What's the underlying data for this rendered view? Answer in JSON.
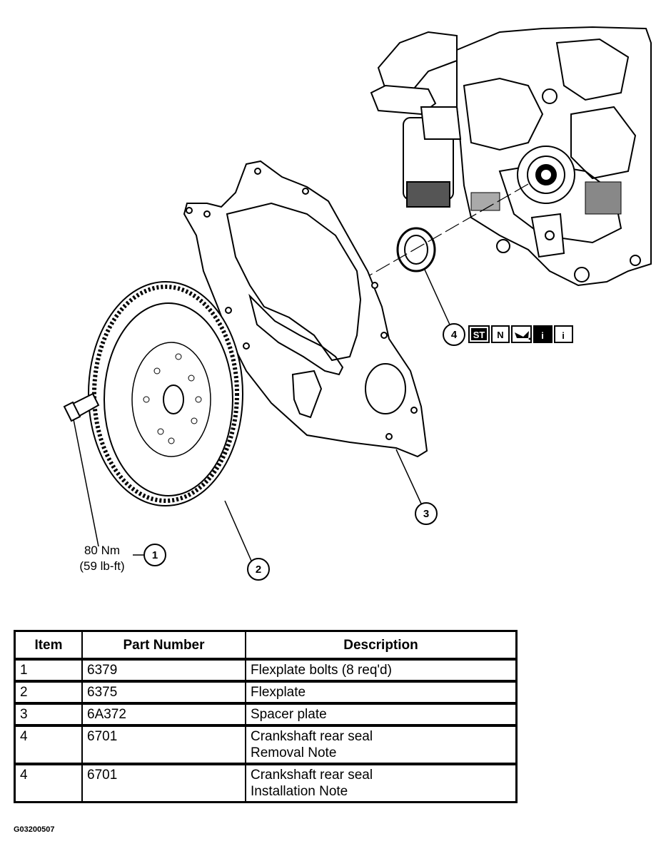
{
  "callouts": {
    "c1": "1",
    "c2": "2",
    "c3": "3",
    "c4": "4"
  },
  "torque": {
    "metric": "80 Nm",
    "imperial": "(59 lb-ft)"
  },
  "service_icons": {
    "special_tool": "ST",
    "new_part": "N",
    "info_1": "i",
    "info_2": "i"
  },
  "table": {
    "headers": [
      "Item",
      "Part Number",
      "Description"
    ],
    "rows": [
      {
        "item": "1",
        "part": "6379",
        "desc": [
          "Flexplate bolts (8 req'd)"
        ]
      },
      {
        "item": "2",
        "part": "6375",
        "desc": [
          "Flexplate"
        ]
      },
      {
        "item": "3",
        "part": "6A372",
        "desc": [
          "Spacer plate"
        ]
      },
      {
        "item": "4",
        "part": "6701",
        "desc": [
          "Crankshaft rear seal",
          "Removal Note"
        ]
      },
      {
        "item": "4",
        "part": "6701",
        "desc": [
          "Crankshaft rear seal",
          "Installation Note"
        ]
      }
    ]
  },
  "figure_id": "G03200507"
}
